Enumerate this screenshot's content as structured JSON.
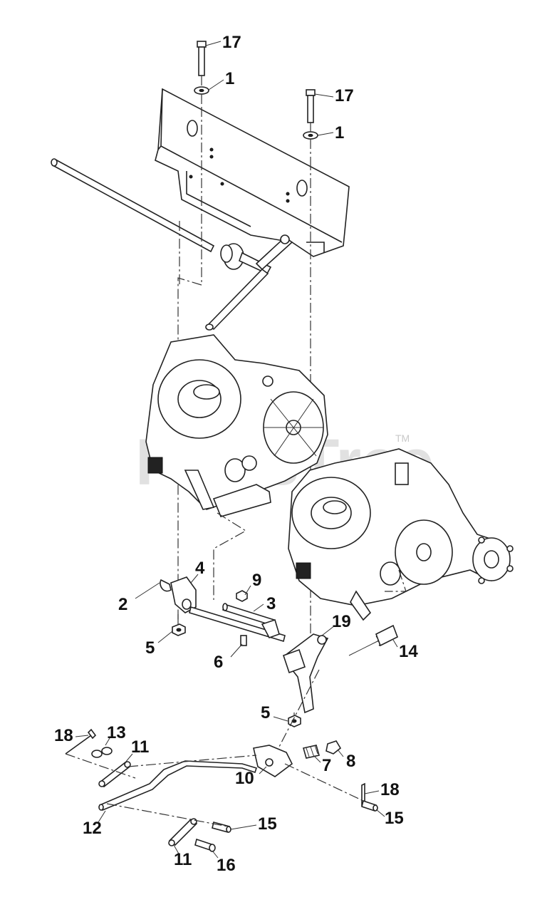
{
  "watermark": {
    "text": "PartsTree",
    "tm": "TM"
  },
  "callouts": [
    {
      "id": "c17a",
      "label": "17"
    },
    {
      "id": "c1a",
      "label": "1"
    },
    {
      "id": "c17b",
      "label": "17"
    },
    {
      "id": "c1b",
      "label": "1"
    },
    {
      "id": "c4",
      "label": "4"
    },
    {
      "id": "c9",
      "label": "9"
    },
    {
      "id": "c2",
      "label": "2"
    },
    {
      "id": "c3",
      "label": "3"
    },
    {
      "id": "c19",
      "label": "19"
    },
    {
      "id": "c5a",
      "label": "5"
    },
    {
      "id": "c6",
      "label": "6"
    },
    {
      "id": "c14",
      "label": "14"
    },
    {
      "id": "c5b",
      "label": "5"
    },
    {
      "id": "c18a",
      "label": "18"
    },
    {
      "id": "c13",
      "label": "13"
    },
    {
      "id": "c11a",
      "label": "11"
    },
    {
      "id": "c7",
      "label": "7"
    },
    {
      "id": "c8",
      "label": "8"
    },
    {
      "id": "c10",
      "label": "10"
    },
    {
      "id": "c18b",
      "label": "18"
    },
    {
      "id": "c12",
      "label": "12"
    },
    {
      "id": "c15a",
      "label": "15"
    },
    {
      "id": "c15b",
      "label": "15"
    },
    {
      "id": "c11b",
      "label": "11"
    },
    {
      "id": "c16",
      "label": "16"
    }
  ]
}
